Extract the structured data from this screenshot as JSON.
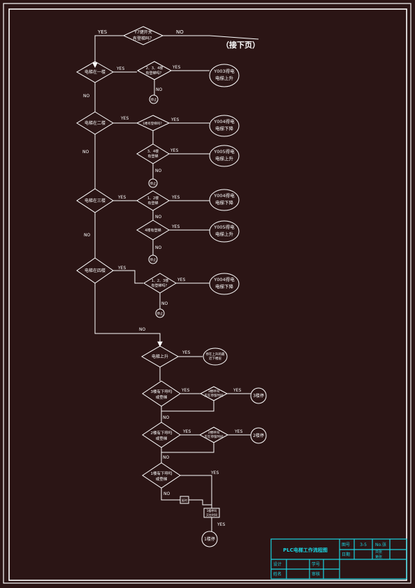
{
  "diagram": {
    "top_decision": "Y7键开关",
    "top_decision_sub": "有登梯吗？",
    "continue_label": "（接下页）",
    "yes": "YES",
    "no": "NO",
    "stop": "停止",
    "floor1": "电梯在一楼",
    "floor1_check": "2、3、4楼",
    "floor1_check_sub": "有登梯吗？",
    "floor2": "电梯在二楼",
    "floor2_check_a": "1楼有登梯吗？",
    "floor2_check_b": "3、4楼",
    "floor2_check_b_sub": "有登梯",
    "floor3": "电梯在三楼",
    "floor3_check_a": "1、2楼",
    "floor3_check_a_sub": "有登梯",
    "floor3_check_b": "4楼有登梯",
    "floor4": "电梯在四楼",
    "floor4_check": "1、2、3楼",
    "floor4_check_sub": "有登梯吗？",
    "y003_line1": "Y003得电",
    "y005_line1": "Y005得电",
    "y004_line1": "Y004得电",
    "up_line2": "电梯上升",
    "down_line2": "电梯下降",
    "rising": "电梯上升",
    "rising_action": "停在上升的最",
    "rising_action_sub": "近下楼层",
    "f3_decision": "3楼有下呼吗",
    "f3_decision_sub": "或登梯",
    "f3_action": "3楼呼叫",
    "f3_action_sub": "灭在停留时间",
    "f3_stop": "3楼停",
    "f2_decision": "2楼有下呼吗",
    "f2_decision_sub": "或登梯",
    "f2_action": "2楼呼叫",
    "f2_action_sub": "灭在停留时间",
    "f2_stop": "2楼停",
    "f1_decision": "1楼有下呼吗",
    "f1_decision_sub": "或登梯",
    "small_box": "延时",
    "f1_action": "1楼呼叫",
    "f1_action_sub": "灭在时间",
    "f1_stop": "1楼停"
  },
  "title_block": {
    "title": "PLC电梯工作流程图",
    "drawing_no_label": "图号",
    "drawing_no": "3-5",
    "sheet_label": "No.张",
    "date_label": "日期",
    "count_label": "共张",
    "count_sub": "第张",
    "drawn_label": "设计",
    "student_no_label": "学号",
    "name_label": "姓名",
    "check_label": "审核"
  },
  "colors": {
    "background": "#2b1515",
    "line": "#ffffff",
    "title_block": "#19d3e0"
  }
}
